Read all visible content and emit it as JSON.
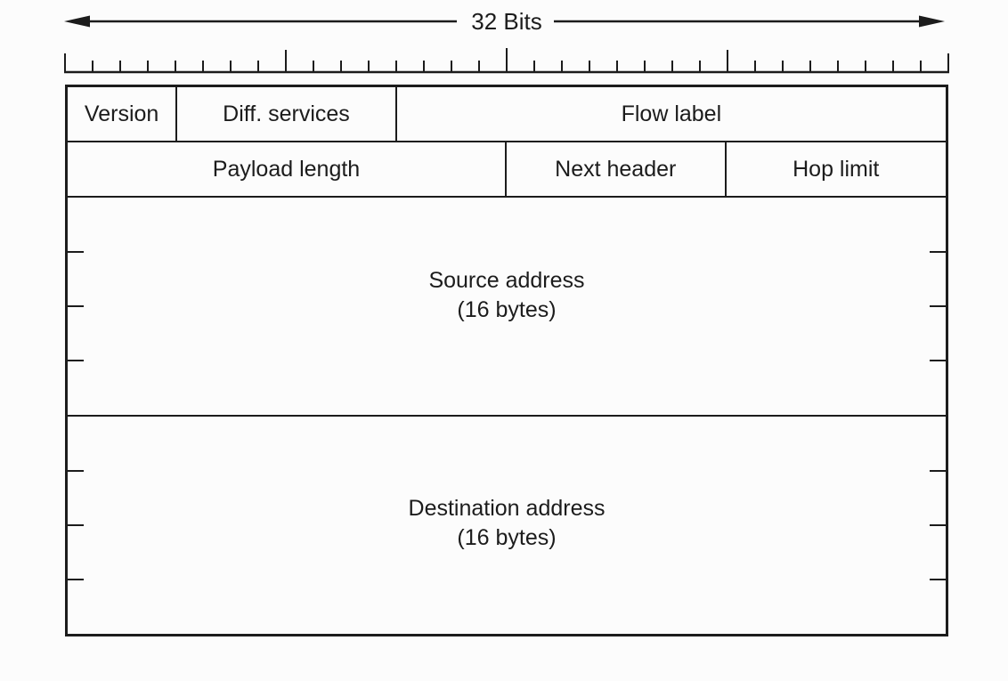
{
  "colors": {
    "ink": "#1c1c1c",
    "background": "#fcfcfc"
  },
  "scale_arrow": {
    "label": "32 Bits"
  },
  "ruler": {
    "total_bits": 32,
    "major_tick_interval": 8
  },
  "header_rows": [
    {
      "cells": [
        {
          "label": "Version",
          "bits": 4
        },
        {
          "label": "Diff. services",
          "bits": 8
        },
        {
          "label": "Flow label",
          "bits": 20
        }
      ]
    },
    {
      "cells": [
        {
          "label": "Payload length",
          "bits": 16
        },
        {
          "label": "Next header",
          "bits": 8
        },
        {
          "label": "Hop limit",
          "bits": 8
        }
      ]
    }
  ],
  "address_blocks": [
    {
      "label": "Source address",
      "sublabel": "(16 bytes)",
      "word_rows": 4
    },
    {
      "label": "Destination address",
      "sublabel": "(16 bytes)",
      "word_rows": 4
    }
  ]
}
